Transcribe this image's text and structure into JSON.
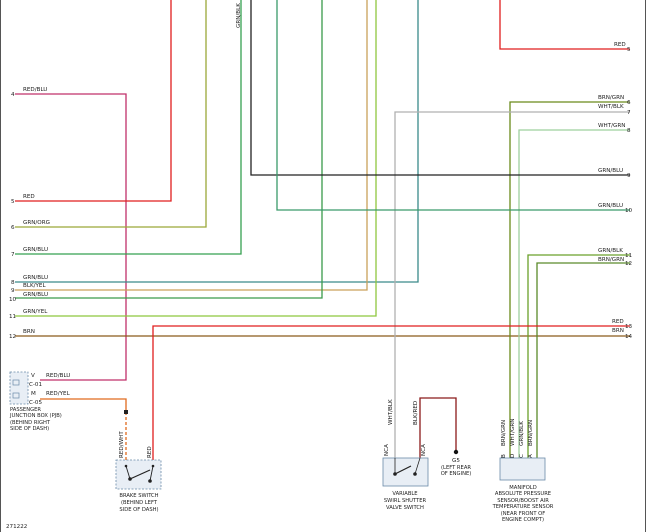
{
  "wires": {
    "left": [
      {
        "pin": "4",
        "label": "RED/BLU",
        "color": "#c0306a"
      },
      {
        "pin": "5",
        "label": "RED",
        "color": "#e01e1e"
      },
      {
        "pin": "6",
        "label": "GRN/ORG",
        "color": "#9aa838"
      },
      {
        "pin": "7",
        "label": "GRN/BLU",
        "color": "#35a050"
      },
      {
        "pin": "8",
        "label": "GRN/BLU",
        "color": "#3a8a8a"
      },
      {
        "pin": "9",
        "label": "BLK/YEL",
        "color": "#c9a15a"
      },
      {
        "pin": "10",
        "label": "GRN/BLU",
        "color": "#3a9a4a"
      },
      {
        "pin": "11",
        "label": "GRN/YEL",
        "color": "#8ec63f"
      },
      {
        "pin": "12",
        "label": "BRN",
        "color": "#8a5a1a"
      }
    ],
    "right": [
      {
        "pin": "5",
        "label": "RED",
        "color": "#e01e1e"
      },
      {
        "pin": "6",
        "label": "BRN/GRN",
        "color": "#6a8a1a"
      },
      {
        "pin": "7",
        "label": "WHT/BLK",
        "color": "#b0b0b0"
      },
      {
        "pin": "8",
        "label": "WHT/GRN",
        "color": "#9ed09e"
      },
      {
        "pin": "9",
        "label": "GRN/BLU",
        "color": "#222222"
      },
      {
        "pin": "10",
        "label": "GRN/BLU",
        "color": "#3a9a6a"
      },
      {
        "pin": "11",
        "label": "GRN/BLK",
        "color": "#6aa02a"
      },
      {
        "pin": "12",
        "label": "BRN/GRN",
        "color": "#5a8a2a"
      },
      {
        "pin": "13",
        "label": "RED",
        "color": "#e01e1e"
      },
      {
        "pin": "14",
        "label": "BRN",
        "color": "#8a5a1a"
      }
    ],
    "top_vertical_label": "GRN/BLK"
  },
  "pjb": {
    "pins": [
      {
        "pin": "V",
        "label": "RED/BLU"
      },
      {
        "pin": "M",
        "label": "RED/YEL"
      }
    ],
    "connectors": [
      "C-01",
      "C-05"
    ],
    "caption": [
      "PASSENGER",
      "JUNCTION BOX (PJB)",
      "(BEHIND RIGHT",
      "SIDE OF DASH)"
    ]
  },
  "brake_switch": {
    "wire_labels": [
      "RED/WHT",
      "RED"
    ],
    "caption": [
      "BRAKE SWITCH",
      "(BEHIND LEFT",
      "SIDE OF DASH)"
    ]
  },
  "swirl_switch": {
    "wire_labels": [
      "WHT/BLK",
      "BLK/RED"
    ],
    "pin_labels": [
      "NCA",
      "NCA"
    ],
    "caption": [
      "VARIABLE",
      "SWIRL SHUTTER",
      "VALVE SWITCH"
    ]
  },
  "ground": {
    "label": "G5",
    "caption": [
      "(LEFT REAR",
      "OF ENGINE)"
    ]
  },
  "map_sensor": {
    "wire_labels": [
      "BRN/GRN",
      "WHT/GRN",
      "GRN/BLK",
      "BRN/GRN"
    ],
    "pin_labels": [
      "B",
      "D",
      "C",
      "A"
    ],
    "caption": [
      "MANIFOLD",
      "ABSOLUTE PRESSURE",
      "SENSOR/BOOST AIR",
      "TEMPERATURE SENSOR",
      "(NEAR FRONT OF",
      "ENGINE COMPT)"
    ]
  },
  "footer_code": "271222"
}
